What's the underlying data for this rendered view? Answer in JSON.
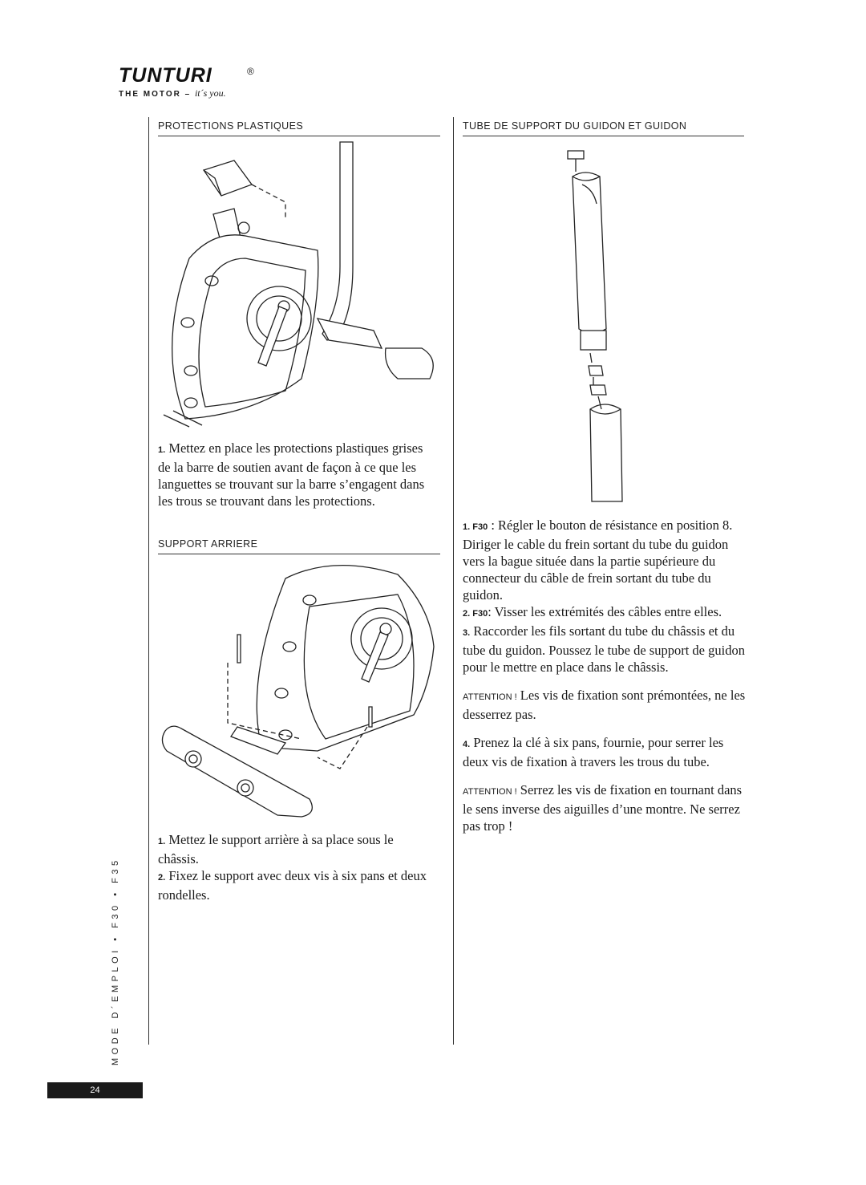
{
  "logo": {
    "brand": "TUNTURI",
    "registered": "®",
    "tagline_prefix": "THE MOTOR – ",
    "tagline_italic": "it´s you."
  },
  "left": {
    "section1": {
      "heading": "PROTECTIONS PLASTIQUES",
      "steps": [
        {
          "num": "1.",
          "text": " Mettez en place les protections plastiques grises de la barre de soutien avant de façon à ce que les languettes se trouvant sur la barre s’engagent dans les trous se trouvant dans les protections."
        }
      ]
    },
    "section2": {
      "heading": "SUPPORT ARRIERE",
      "steps": [
        {
          "num": "1.",
          "text": " Mettez le support arrière à sa place sous le châssis."
        },
        {
          "num": "2.",
          "text": " Fixez le support avec deux vis à six pans et deux rondelles."
        }
      ]
    }
  },
  "right": {
    "heading": "TUBE DE SUPPORT DU GUIDON ET GUIDON",
    "blocks": [
      {
        "num": "1. F30",
        "text": " : Régler le bouton de résistance en position 8. Diriger le cable du frein sortant du tube du guidon vers la bague située dans la partie supérieure du connecteur du câble de frein sortant du tube du guidon."
      },
      {
        "num": "2. F30",
        "text": ": Visser les extrémités des câbles entre elles."
      },
      {
        "num": "3.",
        "text": " Raccorder les fils sortant du tube du châssis et du tube du guidon. Poussez le tube de support de guidon pour le mettre en place dans le châssis."
      },
      {
        "num": "ATTENTION !",
        "text": " Les vis de fixation sont prémontées, ne les desserrez pas."
      },
      {
        "num": "4.",
        "text": " Prenez la clé à six pans, fournie, pour serrer les deux vis de fixation à travers les trous du tube."
      },
      {
        "num": "ATTENTION !",
        "text": " Serrez les vis de fixation en tournant dans le sens inverse des aiguilles d’une montre. Ne serrez pas trop !"
      }
    ]
  },
  "sidebar": {
    "text": "MODE D´EMPLOI • F30 • F35"
  },
  "page_number": "24"
}
